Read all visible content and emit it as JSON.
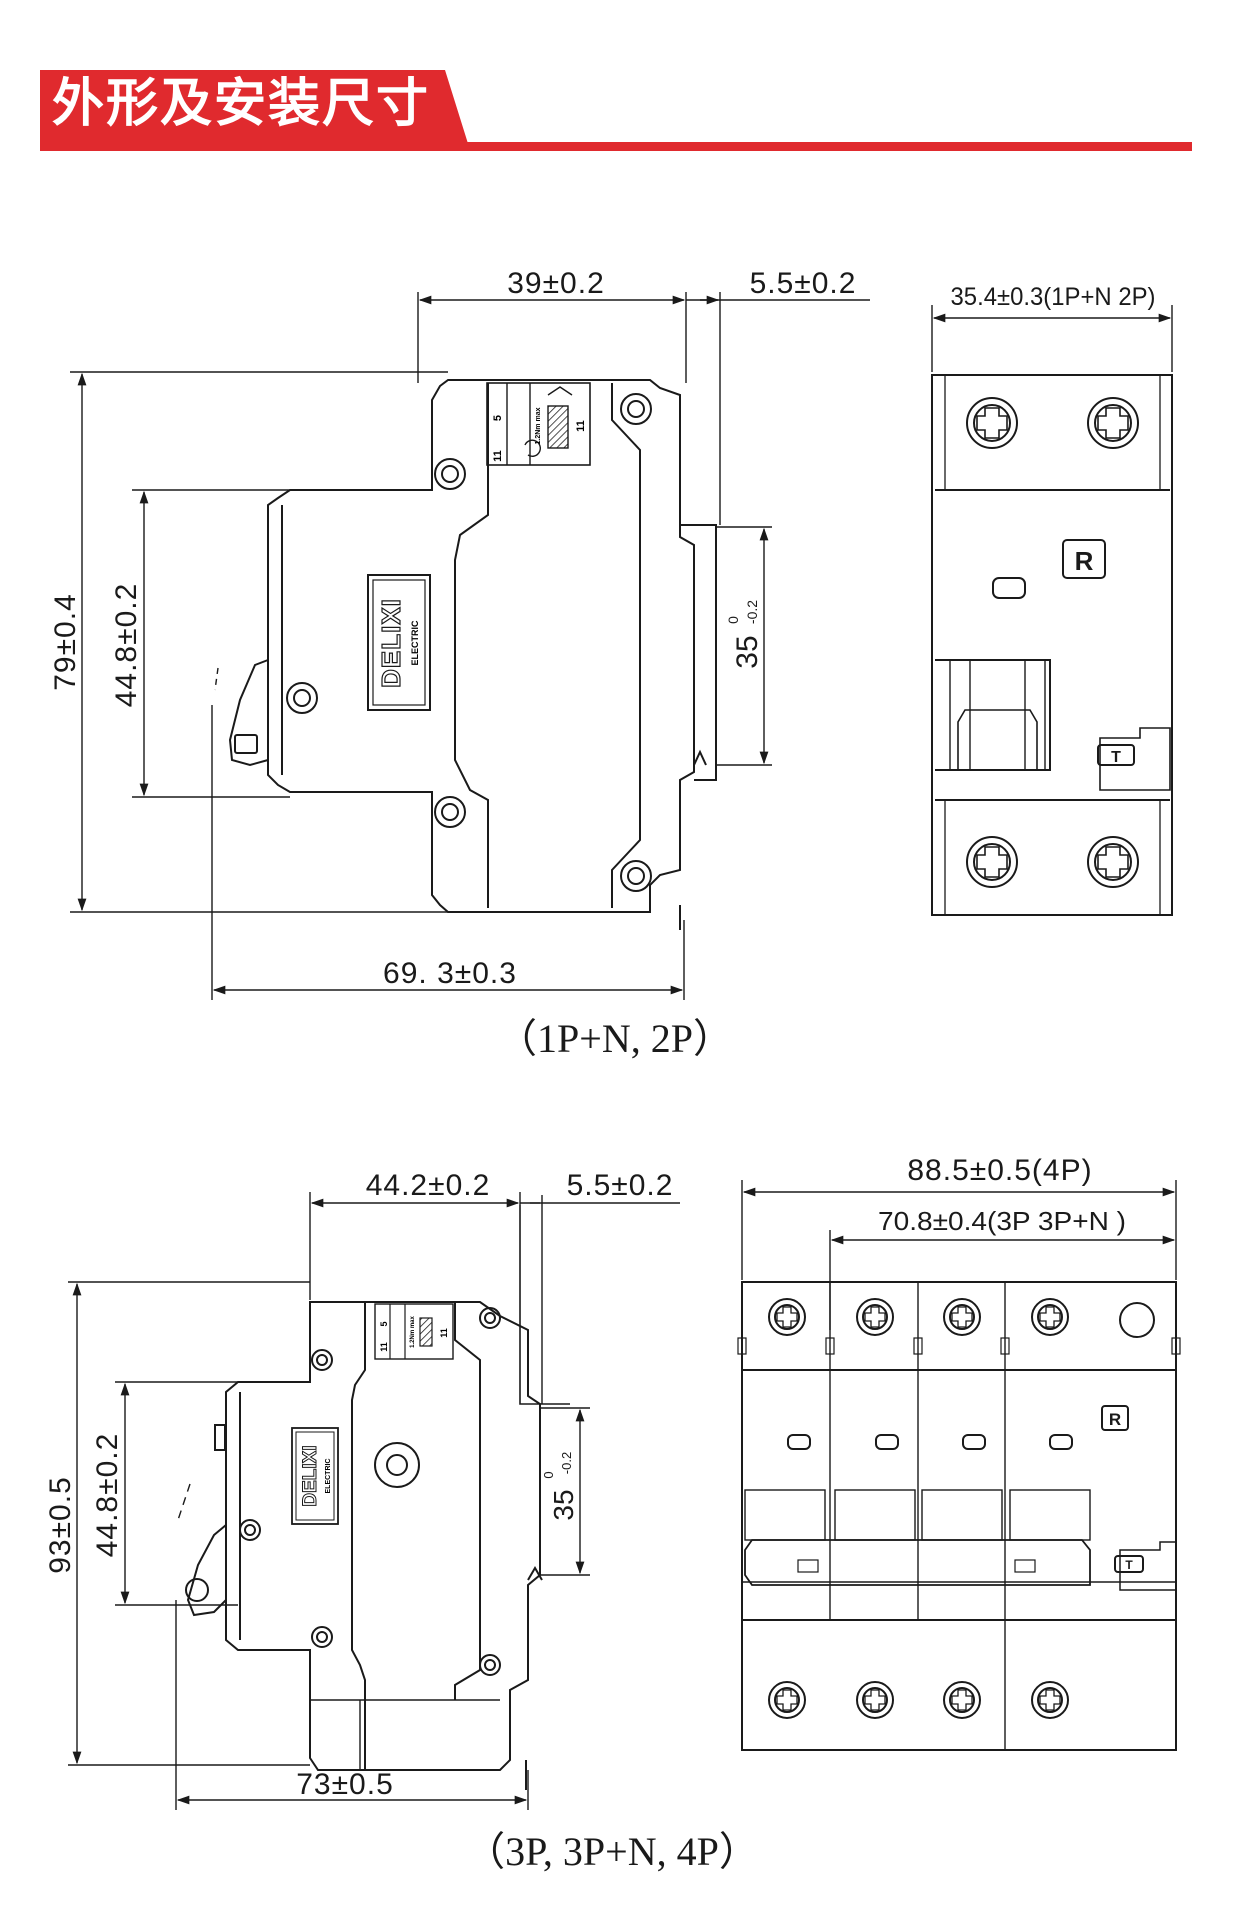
{
  "header": {
    "title": "外形及安装尺寸",
    "accent_color": "#e02a2e"
  },
  "top_section": {
    "caption": "（1P+N,  2P）",
    "side_view": {
      "dim_width_top": "39±0.2",
      "dim_rail_offset": "5.5±0.2",
      "dim_height_total": "79±0.4",
      "dim_height_front": "44.8±0.2",
      "dim_rail_width": "35",
      "dim_rail_tol_upper": "0",
      "dim_rail_tol_lower": "-0.2",
      "dim_depth": "69. 3±0.3",
      "brand_logo": "DELIXI",
      "brand_sub": "ELECTRIC",
      "label_5": "5",
      "label_11a": "11",
      "label_11b": "11",
      "tiny_label": "1.2Nm max"
    },
    "front_view": {
      "dim_width": "35.4±0.3(1P+N 2P)",
      "mark_r": "R",
      "mark_t": "T"
    }
  },
  "bottom_section": {
    "caption": "（3P,  3P+N,  4P）",
    "side_view": {
      "dim_width_top": "44.2±0.2",
      "dim_rail_offset": "5.5±0.2",
      "dim_height_total": "93±0.5",
      "dim_height_front": "44.8±0.2",
      "dim_rail_width": "35",
      "dim_rail_tol_upper": "0",
      "dim_rail_tol_lower": "-0.2",
      "dim_depth": "73±0.5",
      "brand_logo": "DELIXI",
      "brand_sub": "ELECTRIC",
      "label_5": "5",
      "label_11a": "11",
      "label_11b": "11",
      "tiny_label": "1.2Nm max"
    },
    "front_view": {
      "dim_width_4p": "88.5±0.5(4P)",
      "dim_width_3p": "70.8±0.4(3P 3P+N )",
      "mark_r": "R",
      "mark_t": "T"
    }
  }
}
